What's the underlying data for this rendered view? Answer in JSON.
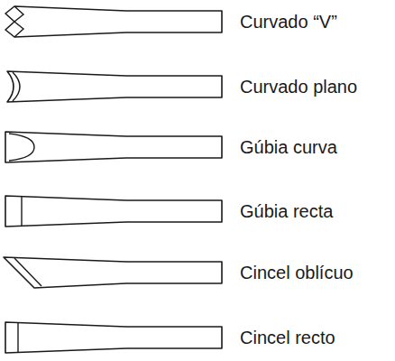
{
  "diagram": {
    "labels": [
      "Curvado “V”",
      "Curvado plano",
      "Gúbia curva",
      "Gúbia recta",
      "Cincel oblícuo",
      "Cincel recto"
    ]
  }
}
